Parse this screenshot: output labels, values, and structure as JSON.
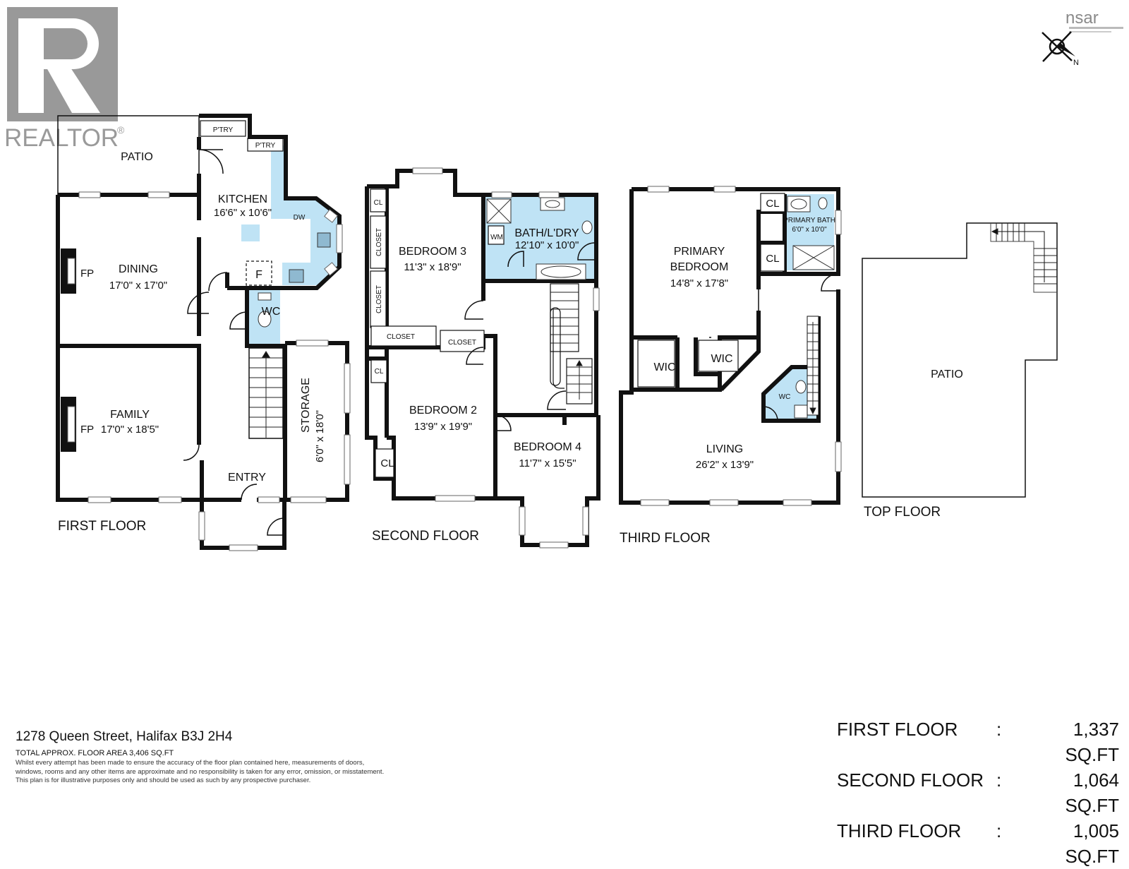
{
  "brand": {
    "realtor": "REALTOR",
    "registered": "®",
    "nsar": "nsar"
  },
  "compass": {
    "north": "N"
  },
  "floors": {
    "first": {
      "label": "FIRST FLOOR",
      "rooms": {
        "patio": "PATIO",
        "kitchen": {
          "name": "KITCHEN",
          "dim": "16'6\" x 10'6\""
        },
        "dining": {
          "name": "DINING",
          "dim": "17'0\" x 17'0\""
        },
        "family": {
          "name": "FAMILY",
          "dim": "17'0\" x 18'5\""
        },
        "storage": {
          "name": "STORAGE",
          "dim": "6'0\" x 18'0\""
        },
        "entry": "ENTRY",
        "wc": "WC",
        "pantry1": "P'TRY",
        "pantry2": "P'TRY",
        "dw": "DW",
        "fridge": "F",
        "fp_dining": "FP",
        "fp_family": "FP"
      }
    },
    "second": {
      "label": "SECOND FLOOR",
      "rooms": {
        "bedroom3": {
          "name": "BEDROOM 3",
          "dim": "11'3\" x 18'9\""
        },
        "bedroom2": {
          "name": "BEDROOM 2",
          "dim": "13'9\" x 19'9\""
        },
        "bedroom4": {
          "name": "BEDROOM 4",
          "dim": "11'7\" x 15'5\""
        },
        "bath": {
          "name": "BATH/L'DRY",
          "dim": "12'10\" x 10'0\""
        },
        "wm": "WM",
        "cl1": "CL",
        "closet_v1": "CLOSET",
        "closet_v2": "CLOSET",
        "closet_h1": "CLOSET",
        "closet_h2": "CLOSET",
        "cl2": "CL",
        "cl3": "CL"
      }
    },
    "third": {
      "label": "THIRD FLOOR",
      "rooms": {
        "primary_bedroom_1": "PRIMARY",
        "primary_bedroom_2": "BEDROOM",
        "primary_bedroom_dim": "14'8\" x 17'8\"",
        "primary_bath": {
          "name": "PRIMARY BATH",
          "dim": "6'0\" x 10'0\""
        },
        "cl1": "CL",
        "cl2": "CL",
        "wic1": "WIC",
        "wic2": "WIC",
        "wc": "WC",
        "living": {
          "name": "LIVING",
          "dim": "26'2\" x 13'9\""
        }
      }
    },
    "top": {
      "label": "TOP FLOOR",
      "rooms": {
        "patio": "PATIO"
      }
    }
  },
  "footer": {
    "address": "1278 Queen Street, Halifax B3J 2H4",
    "total_area": "TOTAL APPROX. FLOOR AREA 3,406 SQ.FT",
    "disclaimer": [
      "Whilst every attempt has been made to ensure the accuracy of the floor plan contained here, measurements of doors,",
      "windows, rooms and any other items are approximate and no responsibility is taken for any error, omission, or misstatement.",
      "This plan is for illustrative purposes only and should be used as such by any prospective purchaser."
    ],
    "summary": [
      {
        "name": "FIRST FLOOR",
        "sep": ":",
        "value": "1,337 SQ.FT"
      },
      {
        "name": "SECOND FLOOR",
        "sep": ":",
        "value": "1,064 SQ.FT"
      },
      {
        "name": "THIRD FLOOR",
        "sep": ":",
        "value": "1,005 SQ.FT"
      }
    ]
  }
}
